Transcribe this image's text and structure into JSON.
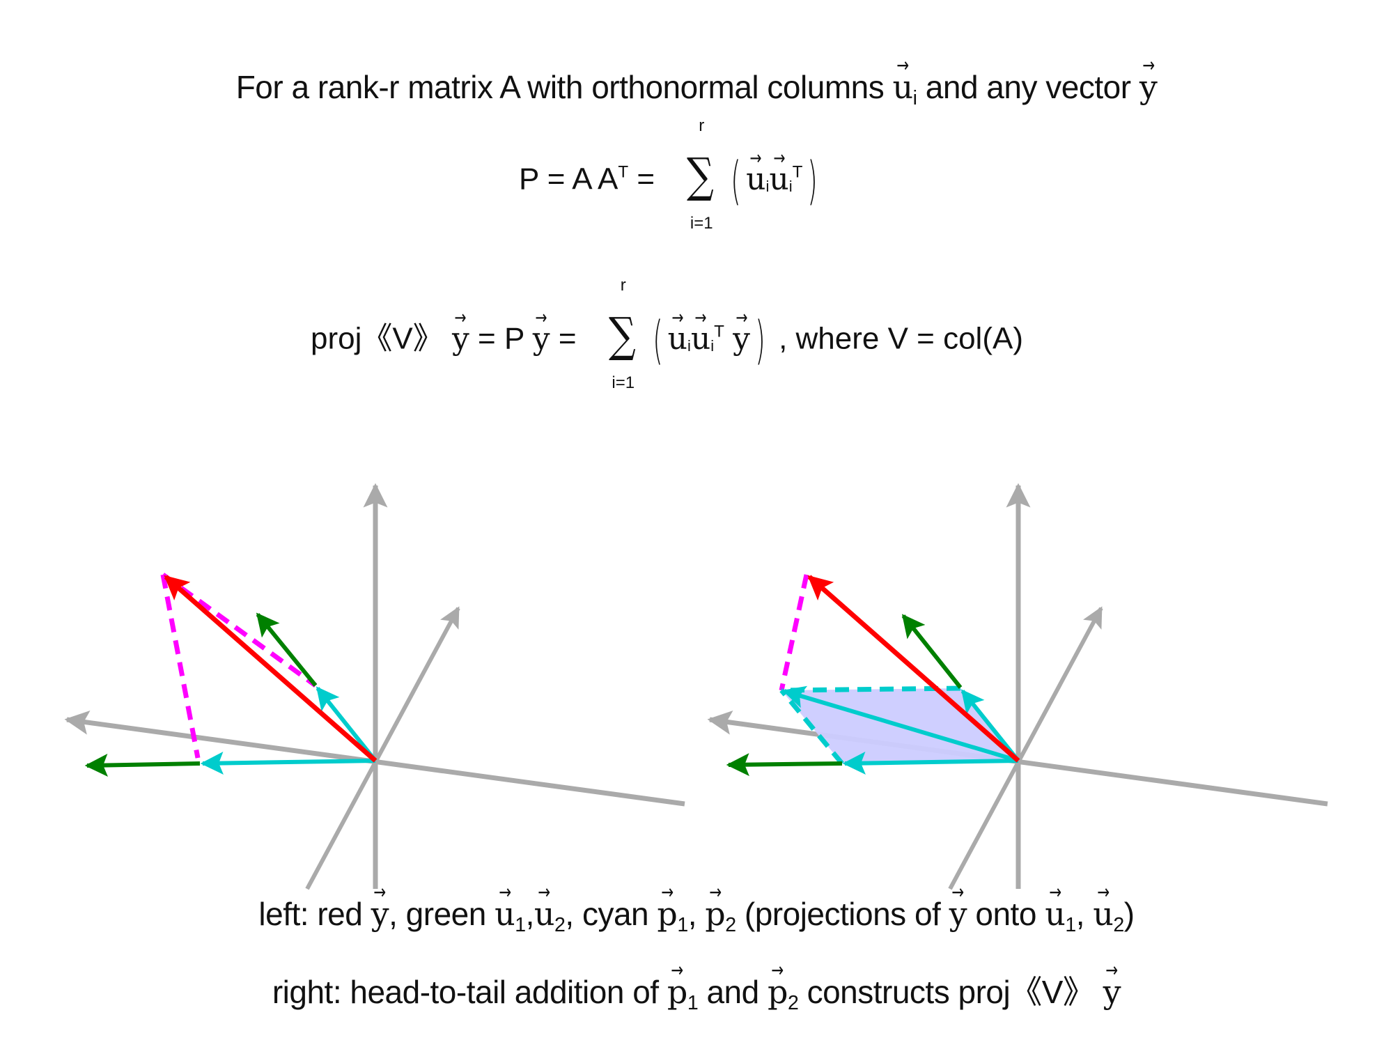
{
  "title": {
    "part1": "For a rank-r matrix A with orthonormal columns ",
    "u": "u",
    "i": "i",
    "part2": " and any vector ",
    "y": "y"
  },
  "formula1": {
    "lhs": "P = A A",
    "T": "T",
    "eq": " =",
    "sum_upper": "r",
    "sum_lower": "i=1",
    "sigma": "∑",
    "open": "(",
    "u": "u",
    "i": "i",
    "close": ")"
  },
  "formula2": {
    "proj": "proj《V》",
    "y": "y",
    "mid": " = P ",
    "eq": " =",
    "sum_upper": "r",
    "sum_lower": "i=1",
    "sigma": "∑",
    "open": "(",
    "u": "u",
    "i": "i",
    "T": "T",
    "close": ")",
    "where": " , where V = col(A)"
  },
  "caption_left": {
    "p1": "left: red ",
    "y": "y",
    "p2": ", green ",
    "u": "u",
    "s1": "1",
    "s2": "2",
    "comma": ",",
    "p3": ", cyan ",
    "p": "p",
    "p4": " (projections of ",
    "p5": " onto ",
    "close": ")"
  },
  "caption_right": {
    "p1": "right: head-to-tail addition of ",
    "p": "p",
    "s1": "1",
    "s2": "2",
    "and": " and ",
    "p2": " constructs proj《V》 ",
    "y": "y"
  },
  "colors": {
    "axis": "#aaaaaa",
    "y_vector": "#ff0000",
    "u_vectors": "#008000",
    "projections": "#00cccc",
    "residual_dashed": "#ff00ff",
    "plane_fill": "#ccccff"
  },
  "chart_data": [
    {
      "type": "vector-diagram",
      "title": "left",
      "origin": [
        539,
        1092
      ],
      "axes": [
        {
          "name": "vertical-axis",
          "from": [
            539,
            1276
          ],
          "to": [
            539,
            693
          ],
          "arrow": true
        },
        {
          "name": "depth-axis",
          "from": [
            441,
            1276
          ],
          "to": [
            660,
            869
          ],
          "arrow": true
        },
        {
          "name": "horizontal-axis",
          "from": [
            983,
            1154
          ],
          "to": [
            92,
            1032
          ],
          "arrow": true
        }
      ],
      "vectors": [
        {
          "name": "y",
          "color": "red",
          "from": [
            539,
            1092
          ],
          "to": [
            234,
            825
          ]
        },
        {
          "name": "u1",
          "color": "green",
          "from": [
            453,
            984
          ],
          "to": [
            367,
            878
          ]
        },
        {
          "name": "p1",
          "color": "cyan",
          "from": [
            539,
            1092
          ],
          "to": [
            453,
            984
          ]
        },
        {
          "name": "u2",
          "color": "green",
          "from": [
            287,
            1096
          ],
          "to": [
            121,
            1099
          ]
        },
        {
          "name": "p2",
          "color": "cyan",
          "from": [
            539,
            1092
          ],
          "to": [
            287,
            1096
          ]
        }
      ],
      "dashed": [
        {
          "color": "magenta",
          "from": [
            234,
            825
          ],
          "to": [
            453,
            984
          ]
        },
        {
          "color": "magenta",
          "from": [
            234,
            825
          ],
          "to": [
            284,
            1090
          ]
        }
      ]
    },
    {
      "type": "vector-diagram",
      "title": "right",
      "origin": [
        1462,
        1092
      ],
      "axes": [
        {
          "name": "vertical-axis",
          "from": [
            1462,
            1276
          ],
          "to": [
            1462,
            693
          ],
          "arrow": true
        },
        {
          "name": "depth-axis",
          "from": [
            1364,
            1276
          ],
          "to": [
            1583,
            869
          ],
          "arrow": true
        },
        {
          "name": "horizontal-axis",
          "from": [
            1906,
            1154
          ],
          "to": [
            1015,
            1032
          ],
          "arrow": true
        }
      ],
      "plane_polygon": [
        [
          1462,
          1092
        ],
        [
          1379,
          988
        ],
        [
          1122,
          991
        ],
        [
          1209,
          1096
        ]
      ],
      "vectors": [
        {
          "name": "y",
          "color": "red",
          "from": [
            1462,
            1092
          ],
          "to": [
            1158,
            825
          ]
        },
        {
          "name": "u1",
          "color": "green",
          "from": [
            1379,
            987
          ],
          "to": [
            1294,
            880
          ]
        },
        {
          "name": "p1",
          "color": "cyan",
          "from": [
            1462,
            1092
          ],
          "to": [
            1379,
            988
          ]
        },
        {
          "name": "u2",
          "color": "green",
          "from": [
            1209,
            1096
          ],
          "to": [
            1042,
            1098
          ]
        },
        {
          "name": "p2",
          "color": "cyan",
          "from": [
            1462,
            1092
          ],
          "to": [
            1209,
            1096
          ]
        },
        {
          "name": "projV_y",
          "color": "cyan",
          "from": [
            1462,
            1092
          ],
          "to": [
            1122,
            991
          ]
        }
      ],
      "dashed": [
        {
          "color": "cyan",
          "from": [
            1379,
            988
          ],
          "to": [
            1122,
            991
          ]
        },
        {
          "color": "cyan",
          "from": [
            1209,
            1096
          ],
          "to": [
            1122,
            991
          ]
        },
        {
          "color": "magenta",
          "from": [
            1158,
            825
          ],
          "to": [
            1122,
            991
          ]
        }
      ]
    }
  ]
}
